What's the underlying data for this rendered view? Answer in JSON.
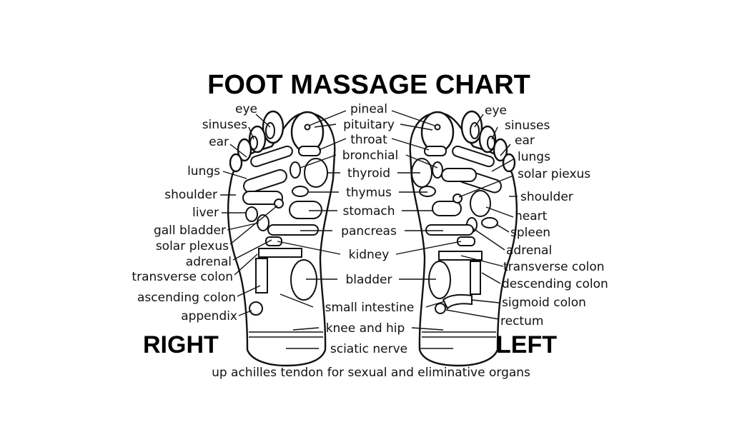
{
  "title": "FOOT MASSAGE CHART",
  "right_label": "RIGHT",
  "left_label": "LEFT",
  "footer": "up achilles tendon for sexual and eliminative organs",
  "right_foot_labels": {
    "eye": "eye",
    "sinuses": "sinuses",
    "ear": "ear",
    "lungs": "lungs",
    "shoulder": "shoulder",
    "liver": "liver",
    "gall_bladder": "gall bladder",
    "solar_plexus": "solar plexus",
    "adrenal": "adrenal",
    "transverse_colon": "transverse colon",
    "ascending_colon": "ascending colon",
    "appendix": "appendix"
  },
  "center_labels": {
    "pineal": "pineal",
    "pituitary": "pituitary",
    "throat": "throat",
    "bronchial": "bronchial",
    "thyroid": "thyroid",
    "thymus": "thymus",
    "stomach": "stomach",
    "pancreas": "pancreas",
    "kidney": "kidney",
    "bladder": "bladder",
    "small_intestine": "small intestine",
    "knee_and_hip": "knee and hip",
    "sciatic_nerve": "sciatic nerve"
  },
  "left_foot_labels": {
    "eye": "eye",
    "sinuses": "sinuses",
    "ear": "ear",
    "lungs": "lungs",
    "solar_plexus": "solar piexus",
    "shoulder": "shoulder",
    "heart": "heart",
    "spleen": "spleen",
    "adrenal": "adrenal",
    "transverse_colon": "transverse colon",
    "descending_colon": "descending colon",
    "sigmoid_colon": "sigmoid colon",
    "rectum": "rectum"
  }
}
